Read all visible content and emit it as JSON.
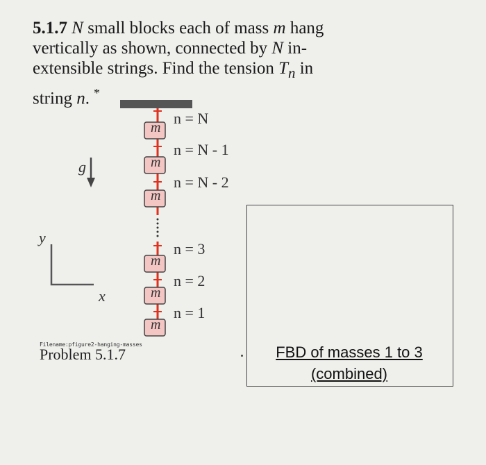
{
  "problem": {
    "number": "5.1.7",
    "text_a": " ",
    "N1": "N",
    "text_b": " small blocks each of mass ",
    "m": "m",
    "text_c": " hang vertically as shown, connected by ",
    "N2": "N",
    "text_d": " in-extensible strings. Find the tension ",
    "T": "T",
    "sub": "n",
    "text_e": " in string ",
    "n": "n",
    "text_f": ".",
    "star": "*"
  },
  "figure": {
    "gravity_label": "g",
    "y_label": "y",
    "x_label": "x",
    "block_label": "m",
    "string_labels": [
      "n = N",
      "n = N - 1",
      "n = N - 2",
      "n = 3",
      "n = 2",
      "n = 1"
    ],
    "block_color": "#f3c6c4",
    "string_color": "#e0301e",
    "filename": "Filename:pfigure2-hanging-masses",
    "caption": "Problem 5.1.7"
  },
  "fbd": {
    "line1": "FBD of masses 1 to 3",
    "line2": "(combined)"
  }
}
